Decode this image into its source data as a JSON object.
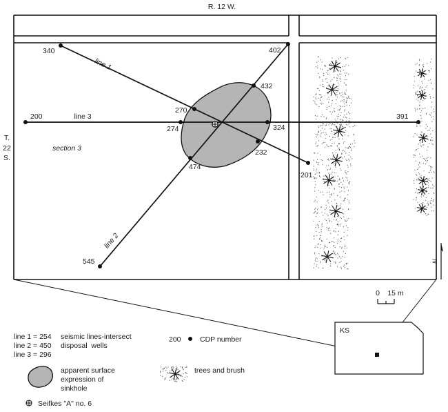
{
  "map": {
    "range_label": "R. 12 W.",
    "township_label": [
      "T.",
      "22",
      "S."
    ],
    "section_label": "section 3",
    "lines": {
      "line1": "line 1",
      "line2": "line 2",
      "line3": "line 3"
    },
    "cdp_numbers": {
      "l1_start": "340",
      "l1_end": "201",
      "l2_start": "545",
      "l2_end": "402",
      "l3_start": "200",
      "l3_end": "391",
      "n270": "270",
      "n274": "274",
      "n432": "432",
      "n324": "324",
      "n232": "232",
      "n474": "474"
    },
    "scale": {
      "zero": "0",
      "value": "15 m"
    },
    "north": "N",
    "state": "KS"
  },
  "legend": {
    "line_defs": [
      "line 1 = 254",
      "line 2 = 450",
      "line 3 = 296"
    ],
    "seismic_desc": [
      "seismic lines-intersect",
      "disposal  wells"
    ],
    "cdp_example": "200",
    "cdp_label": "CDP number",
    "sinkhole_desc": [
      "apparent surface",
      "expression of",
      "sinkhole"
    ],
    "trees_label": "trees and brush",
    "well_label": "Seifkes \"A\" no. 6"
  },
  "colors": {
    "sinkhole_fill": "#b5b5b5",
    "ink": "#111111"
  }
}
